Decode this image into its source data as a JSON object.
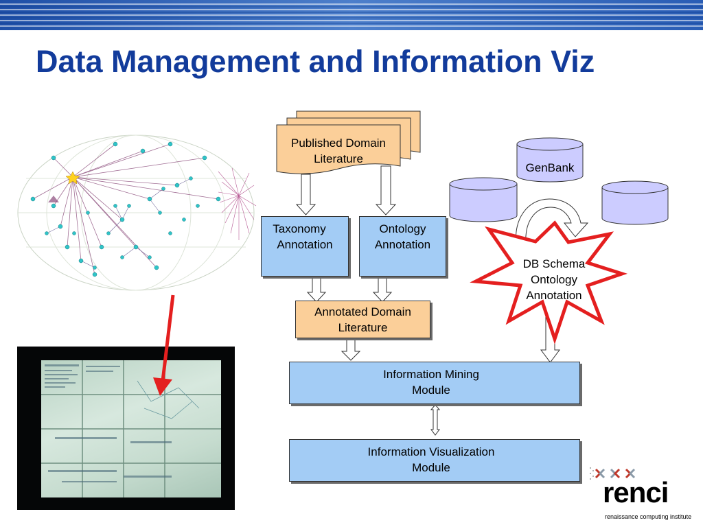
{
  "slide": {
    "title": "Data Management and Information Viz"
  },
  "diagram": {
    "published_literature": [
      "Published Domain",
      "Literature"
    ],
    "taxonomy_annotation": [
      "Taxonomy",
      "Annotation"
    ],
    "ontology_annotation": [
      "Ontology",
      "Annotation"
    ],
    "genbank": "GenBank",
    "db_schema": [
      "DB Schema",
      "Ontology",
      "Annotation"
    ],
    "annotated_literature": [
      "Annotated Domain",
      "Literature"
    ],
    "information_mining": [
      "Information Mining",
      "Module"
    ],
    "information_visualization": [
      "Information Visualization",
      "Module"
    ]
  },
  "logo": {
    "name": "renci",
    "tagline": "renaissance computing institute"
  },
  "colors": {
    "title": "#123b9b",
    "module_fill": "#a3ccf5",
    "literature_fill": "#fbcf99",
    "database_fill": "#ccccff",
    "starburst": "#e41f1f",
    "arrow": "#e41f1f"
  }
}
